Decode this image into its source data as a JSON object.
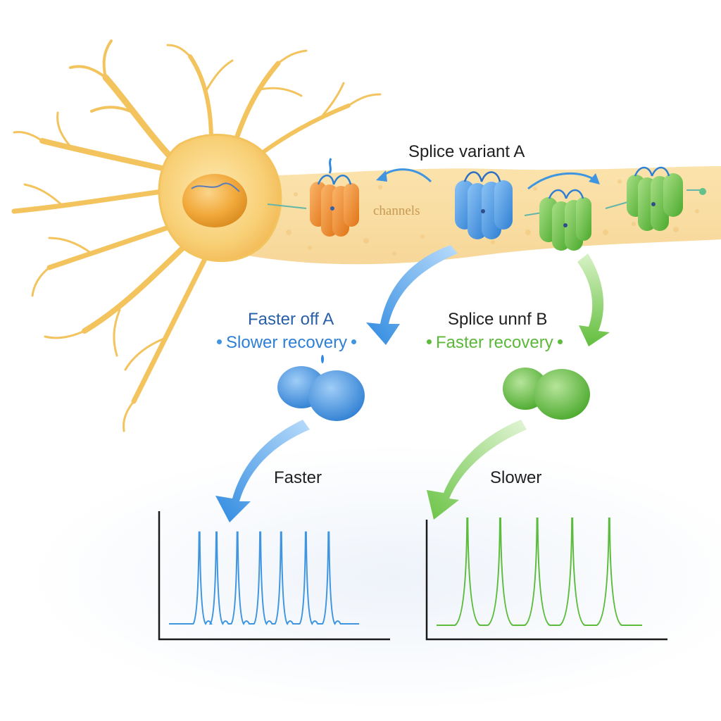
{
  "labels": {
    "variant_a": "Splice variant A",
    "channels": "channels",
    "left_title": "Faster off A",
    "left_sub": "Slower recovery",
    "right_title": "Splice unnf B",
    "right_sub": "Faster recovery",
    "left_rate": "Faster",
    "right_rate": "Slower"
  },
  "colors": {
    "neuron": "#f5c565",
    "nucleus": "#f0a42c",
    "channel_orange": "#ee8a2e",
    "channel_blue": "#4a94e0",
    "channel_green": "#6cbf4a",
    "trace_blue": "#3f95e0",
    "trace_green": "#5cbc3c",
    "axis": "#1a1a1a"
  },
  "chart_data": [
    {
      "type": "line",
      "trace": "spike-train-fast",
      "color": "#3f95e0",
      "spike_times": [
        0.16,
        0.25,
        0.36,
        0.48,
        0.59,
        0.72,
        0.84
      ],
      "spike_heights": [
        0.85,
        0.85,
        0.85,
        0.85,
        0.85,
        0.85,
        0.85
      ]
    },
    {
      "type": "line",
      "trace": "spike-train-slow",
      "color": "#5cbc3c",
      "spike_times": [
        0.15,
        0.31,
        0.49,
        0.66,
        0.84
      ],
      "spike_heights": [
        0.9,
        0.9,
        0.9,
        0.9,
        0.9
      ]
    }
  ]
}
